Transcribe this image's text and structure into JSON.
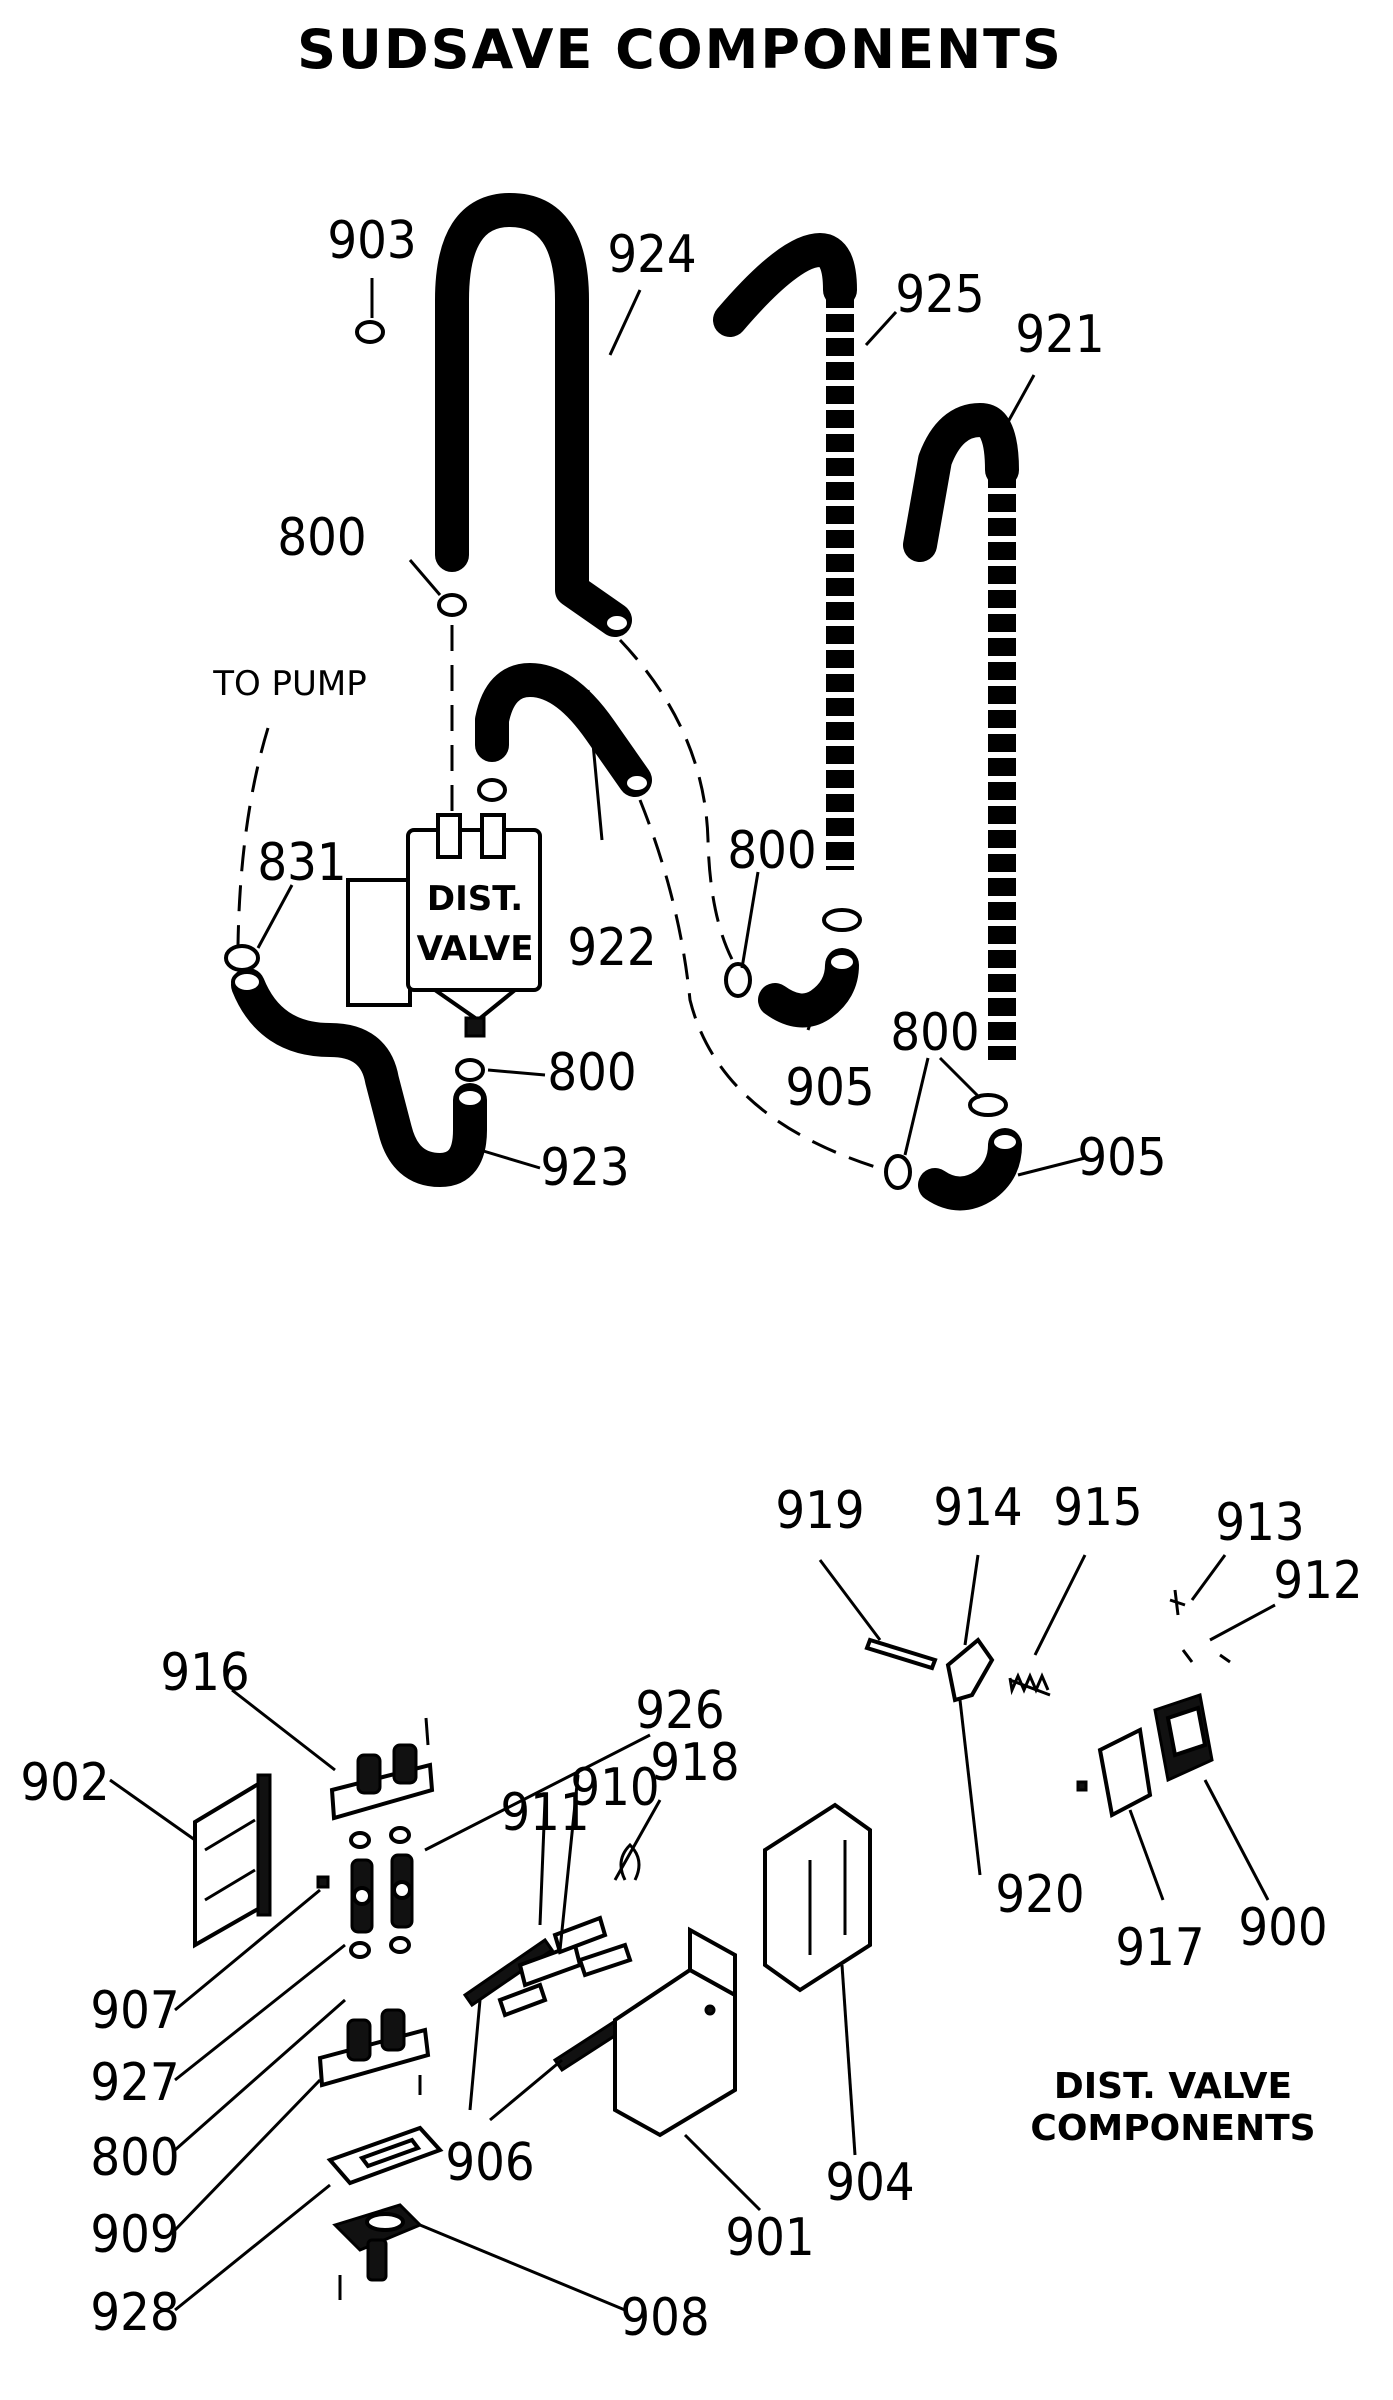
{
  "title": "SUDSAVE  COMPONENTS",
  "caption": [
    "DIST. VALVE",
    "COMPONENTS"
  ],
  "valve_label": [
    "DIST.",
    "VALVE"
  ],
  "note_to_pump": "TO  PUMP",
  "callouts": {
    "c903": "903",
    "c924": "924",
    "c925": "925",
    "c921": "921",
    "c800a": "800",
    "c831": "831",
    "c922": "922",
    "c800b": "800",
    "c905a": "905",
    "c800c": "800",
    "c905b": "905",
    "c800d": "800",
    "c923": "923",
    "c919": "919",
    "c914": "914",
    "c915": "915",
    "c913": "913",
    "c912": "912",
    "c920": "920",
    "c917": "917",
    "c900": "900",
    "c916": "916",
    "c926": "926",
    "c918": "918",
    "c910": "910",
    "c911": "911",
    "c902": "902",
    "c907": "907",
    "c927": "927",
    "c800e": "800",
    "c909": "909",
    "c928": "928",
    "c906": "906",
    "c901": "901",
    "c904": "904",
    "c908": "908"
  }
}
